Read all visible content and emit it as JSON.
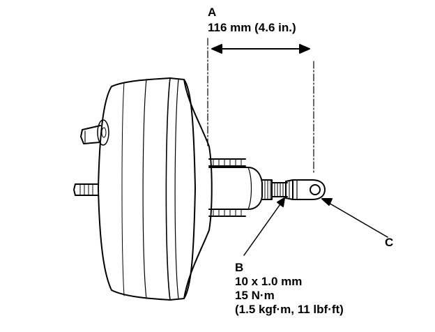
{
  "callouts": {
    "a": {
      "letter": "A",
      "measurement": "116 mm (4.6 in.)"
    },
    "b": {
      "letter": "B",
      "spec_lines": [
        "10 x 1.0 mm",
        "15 N·m",
        "(1.5 kgf·m, 11 lbf·ft)"
      ]
    },
    "c": {
      "letter": "C"
    }
  }
}
